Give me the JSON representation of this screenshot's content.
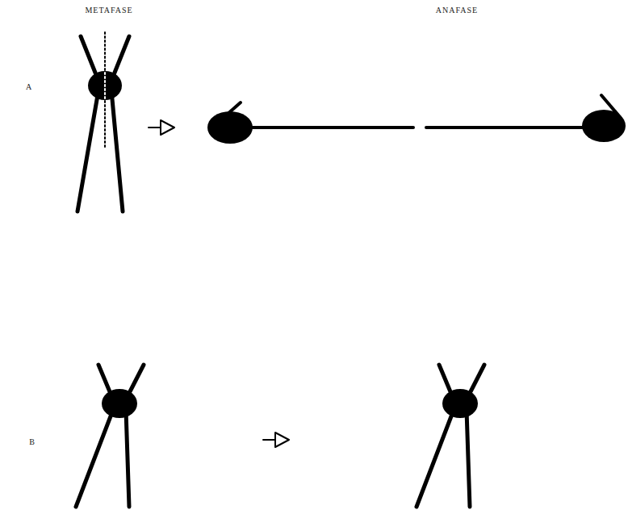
{
  "diagram": {
    "labels": [
      "METAFASE",
      "ANAFASE",
      "A",
      "B"
    ]
  }
}
